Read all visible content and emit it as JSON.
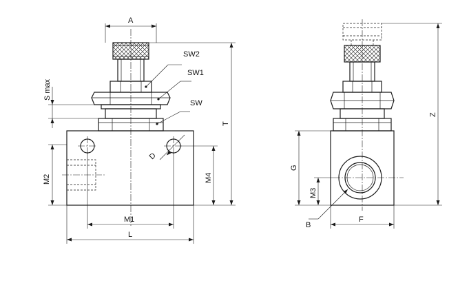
{
  "labels": {
    "A": "A",
    "SW2": "SW2",
    "SW1": "SW1",
    "SW": "SW",
    "S_max": "S max",
    "T": "T",
    "D": "D",
    "M2": "M2",
    "M4": "M4",
    "M1": "M1",
    "L": "L",
    "Z": "Z",
    "G": "G",
    "M3": "M3",
    "B": "B",
    "F": "F"
  }
}
